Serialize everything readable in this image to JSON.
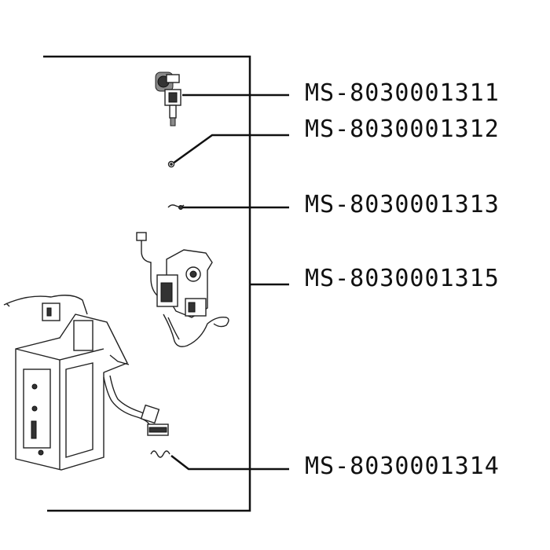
{
  "parts": [
    {
      "label": "MS-8030001311",
      "icon": "valve-assembly-icon"
    },
    {
      "label": "MS-8030001312",
      "icon": "screw-icon"
    },
    {
      "label": "MS-8030001313",
      "icon": "clip-icon"
    },
    {
      "label": "MS-8030001315",
      "icon": "pump-assembly-icon"
    },
    {
      "label": "MS-8030001314",
      "icon": "spring-clip-icon"
    }
  ],
  "colors": {
    "line": "#111111",
    "background": "#ffffff"
  }
}
